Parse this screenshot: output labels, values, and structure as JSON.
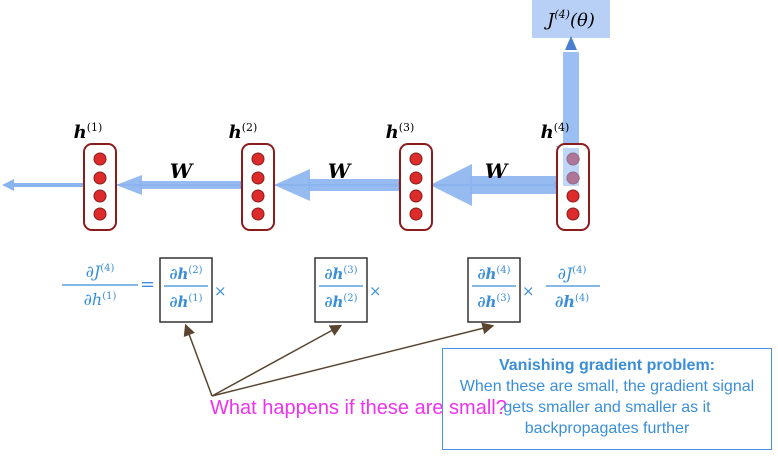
{
  "hidden_states": [
    {
      "base": "h",
      "sup": "(1)"
    },
    {
      "base": "h",
      "sup": "(2)"
    },
    {
      "base": "h",
      "sup": "(3)"
    },
    {
      "base": "h",
      "sup": "(4)"
    }
  ],
  "weight_label": "W",
  "loss_label": {
    "base": "J",
    "sup": "(4)",
    "arg": "(θ)"
  },
  "equation": {
    "lhs": {
      "num": "∂J",
      "num_sup": "(4)",
      "den": "∂h",
      "den_sup": "(1)"
    },
    "equals": "=",
    "times": "×",
    "factors": [
      {
        "num": "∂h",
        "num_sup": "(2)",
        "den": "∂h",
        "den_sup": "(1)"
      },
      {
        "num": "∂h",
        "num_sup": "(3)",
        "den": "∂h",
        "den_sup": "(2)"
      },
      {
        "num": "∂h",
        "num_sup": "(4)",
        "den": "∂h",
        "den_sup": "(3)"
      }
    ],
    "last": {
      "num": "∂J",
      "num_sup": "(4)",
      "den": "∂h",
      "den_sup": "(4)"
    }
  },
  "question": "What happens if these are small?",
  "callout": {
    "title": "Vanishing gradient problem:",
    "body": "When these are small, the gradient signal gets smaller and smaller as it backpropagates further"
  },
  "colors": {
    "arrow": "#8ab4f0",
    "node_fill": "#dd2b2b",
    "node_border": "#8a1c1c",
    "equation_text": "#3a8fd8",
    "question_text": "#ee33ee",
    "callout_border": "#4a90e2",
    "pointer": "#5a4630"
  }
}
